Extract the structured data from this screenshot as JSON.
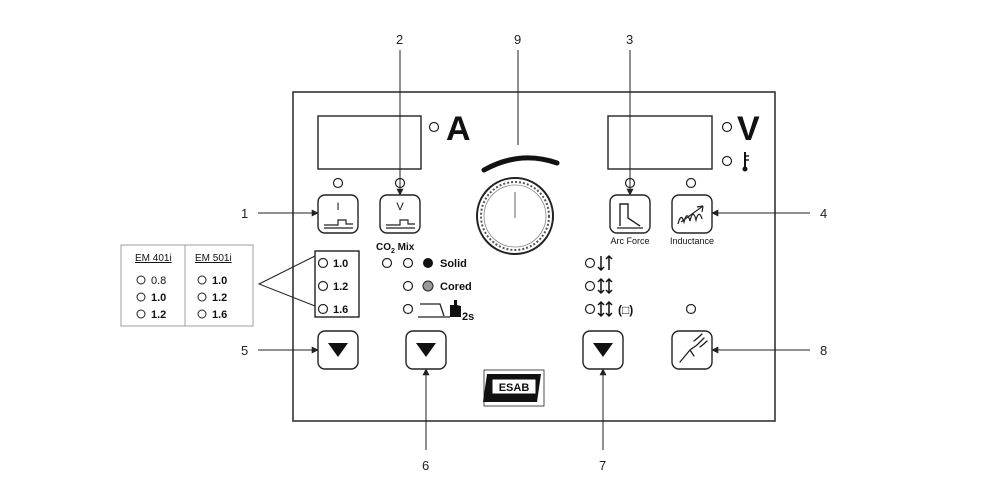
{
  "displays": {
    "current_unit": "A",
    "voltage_unit": "V"
  },
  "buttons": {
    "current": {
      "label": "I"
    },
    "voltage": {
      "label": "V"
    },
    "arc_force": {
      "label": "Arc Force"
    },
    "inductance": {
      "label": "Inductance"
    }
  },
  "wire_table": {
    "columns": [
      {
        "header": "EM 401i",
        "values": [
          "0.8",
          "1.0",
          "1.2"
        ]
      },
      {
        "header": "EM 501i",
        "values": [
          "1.0",
          "1.2",
          "1.6"
        ]
      }
    ]
  },
  "wire_sizes": [
    "1.0",
    "1.2",
    "1.6"
  ],
  "gas": {
    "co2_prefix": "CO",
    "co2_sub": "2",
    "co2_suffix": " Mix"
  },
  "wire_types": [
    "Solid",
    "Cored"
  ],
  "trigger_2s": "2s",
  "trigger_modes": {
    "four_stroke_extra": "(□)"
  },
  "logo": "ESAB",
  "callouts": [
    "1",
    "2",
    "3",
    "4",
    "5",
    "6",
    "7",
    "8",
    "9"
  ]
}
